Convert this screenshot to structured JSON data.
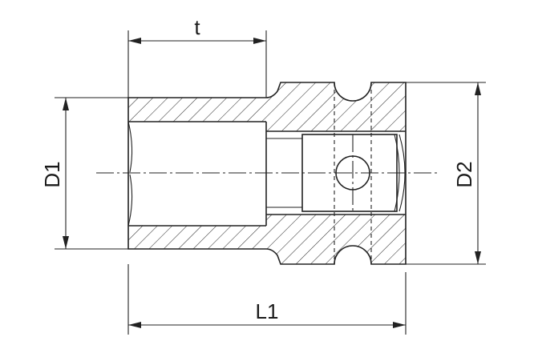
{
  "dimensions": {
    "t": "t",
    "D1": "D1",
    "D2": "D2",
    "L1": "L1"
  },
  "colors": {
    "line": "#222222",
    "background": "#ffffff"
  }
}
